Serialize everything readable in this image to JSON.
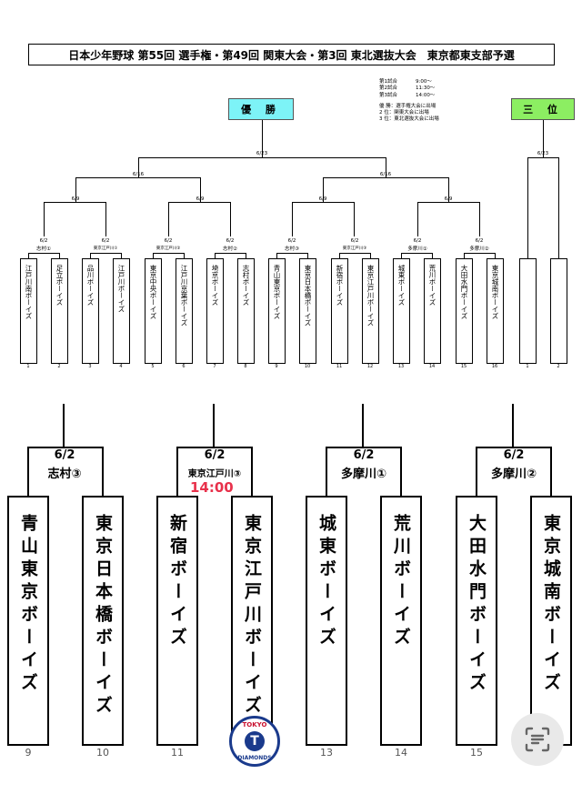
{
  "document": {
    "title": "日本少年野球 第55回 選手権・第49回 関東大会・第3回 東北選抜大会　東京都東支部予選",
    "legend": {
      "schedule": [
        {
          "label": "第1試合",
          "time": "9:00～"
        },
        {
          "label": "第2試合",
          "time": "11:30～"
        },
        {
          "label": "第3試合",
          "time": "14:00～"
        }
      ],
      "qualifiers": [
        "優 勝：選手権大会に出場",
        "2 位：関東大会に出場",
        "3 位：東北選抜大会に出場"
      ]
    },
    "winner_label": "優 勝",
    "third_label": "三 位",
    "final_date": "6/23",
    "third_date": "6/23",
    "semifinal_dates": [
      "6/16",
      "6/16"
    ],
    "quarterfinal_dates": [
      "6/9",
      "6/9",
      "6/9",
      "6/9"
    ],
    "first_round": [
      {
        "date": "6/2",
        "venue": "志村①"
      },
      {
        "date": "6/2",
        "venue": "東京江戸川①"
      },
      {
        "date": "6/2",
        "venue": "東京江戸川②"
      },
      {
        "date": "6/2",
        "venue": "志村②"
      },
      {
        "date": "6/2",
        "venue": "志村③"
      },
      {
        "date": "6/2",
        "venue": "東京江戸川③"
      },
      {
        "date": "6/2",
        "venue": "多摩川①"
      },
      {
        "date": "6/2",
        "venue": "多摩川②"
      }
    ],
    "teams": [
      {
        "seed": "1",
        "name": "江戸川南ボーイズ"
      },
      {
        "seed": "2",
        "name": "足立ボーイズ"
      },
      {
        "seed": "3",
        "name": "品川ボーイズ"
      },
      {
        "seed": "4",
        "name": "江戸川ボーイズ"
      },
      {
        "seed": "5",
        "name": "東京中央ボーイズ"
      },
      {
        "seed": "6",
        "name": "江戸川京葉ボーイズ"
      },
      {
        "seed": "7",
        "name": "埼京ボーイズ"
      },
      {
        "seed": "8",
        "name": "志村ボーイズ"
      },
      {
        "seed": "9",
        "name": "青山東京ボーイズ"
      },
      {
        "seed": "10",
        "name": "東京日本橋ボーイズ"
      },
      {
        "seed": "11",
        "name": "新宿ボーイズ"
      },
      {
        "seed": "12",
        "name": "東京江戸川ボーイズ"
      },
      {
        "seed": "13",
        "name": "城東ボーイズ"
      },
      {
        "seed": "14",
        "name": "荒川ボーイズ"
      },
      {
        "seed": "15",
        "name": "大田水門ボーイズ"
      },
      {
        "seed": "16",
        "name": "東京城南ボーイズ"
      }
    ],
    "third_place_seeds": [
      "1",
      "2"
    ]
  },
  "zoom": {
    "time_note": "14:00",
    "matches": [
      {
        "date": "6/2",
        "venue": "志村③"
      },
      {
        "date": "6/2",
        "venue": "東京江戸川③"
      },
      {
        "date": "6/2",
        "venue": "多摩川①"
      },
      {
        "date": "6/2",
        "venue": "多摩川②"
      }
    ],
    "teams": [
      {
        "seed": "9",
        "name": "青山東京ボーイズ"
      },
      {
        "seed": "10",
        "name": "東京日本橋ボーイズ"
      },
      {
        "seed": "11",
        "name": "新宿ボーイズ"
      },
      {
        "seed": "12",
        "name": "東京江戸川ボーイズ"
      },
      {
        "seed": "13",
        "name": "城東ボーイズ"
      },
      {
        "seed": "14",
        "name": "荒川ボーイズ"
      },
      {
        "seed": "15",
        "name": "大田水門ボーイズ"
      },
      {
        "seed": "16",
        "name": "東京城南ボーイズ"
      }
    ]
  },
  "logo": {
    "top_text": "TOKYO",
    "bottom_text": "DIAMONDS",
    "letter": "T"
  },
  "colors": {
    "winner": "#7df3f7",
    "third": "#8cee62",
    "time_note": "#e8314b"
  },
  "icons": {
    "scan": "scan-text-icon"
  }
}
